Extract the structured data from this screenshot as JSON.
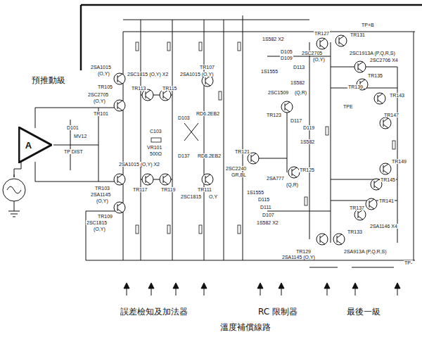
{
  "diagram": {
    "nodes": [
      {
        "text": [
          "A"
        ]
      }
    ],
    "labels": [
      "預推動級",
      "2SA1015",
      "(O,Y)",
      "TR105",
      "2SC2705",
      "(O,Y)",
      "TR101",
      "2SC1815 (O,Y) X2",
      "TR113",
      "TR115",
      "TR107",
      "2SA1015 (O,Y)",
      "D101",
      "MV12",
      "TP DIST",
      "C103",
      "VR101",
      "500Ω",
      "D103",
      "RD6.2EB2",
      "D137",
      "RD8.2EB2",
      "2SA1015 (O,Y) X2",
      "TR103",
      "2SA1145",
      "(O,Y)",
      "TR117",
      "TR119",
      "TR111",
      "2SC1815",
      "O,Y",
      "TR109",
      "2SC1815",
      "(O,Y)",
      "TR121",
      "2SC2240",
      "GR,BL",
      "2SC2705",
      "(O,Y)",
      "TR127",
      "TR131",
      "2SC1913A (P,Q,R,S)",
      "TP+B",
      "2SC2706 X4",
      "TR135",
      "TR139",
      "TR143",
      "TR147",
      "1S582 X2",
      "D105",
      "D109",
      "1S1555",
      "D113",
      "2SC1509",
      "(Q,R)",
      "TR123",
      "1S582",
      "D117",
      "D119",
      "1S582",
      "TPE",
      "TR125",
      "2SA777",
      "(Q,R)",
      "1S1555",
      "D115",
      "D111",
      "D107",
      "1S582 X2",
      "TR129",
      "2SA1145 (O,Y)",
      "TR133",
      "2SA913A (P,Q,R,S)",
      "2SA1146 X4",
      "TR149",
      "TR145",
      "TR141",
      "TR137",
      "TP-",
      "誤差檢知及加法器",
      "RC 限制器",
      "最後一級",
      "溫度補償線路"
    ]
  }
}
